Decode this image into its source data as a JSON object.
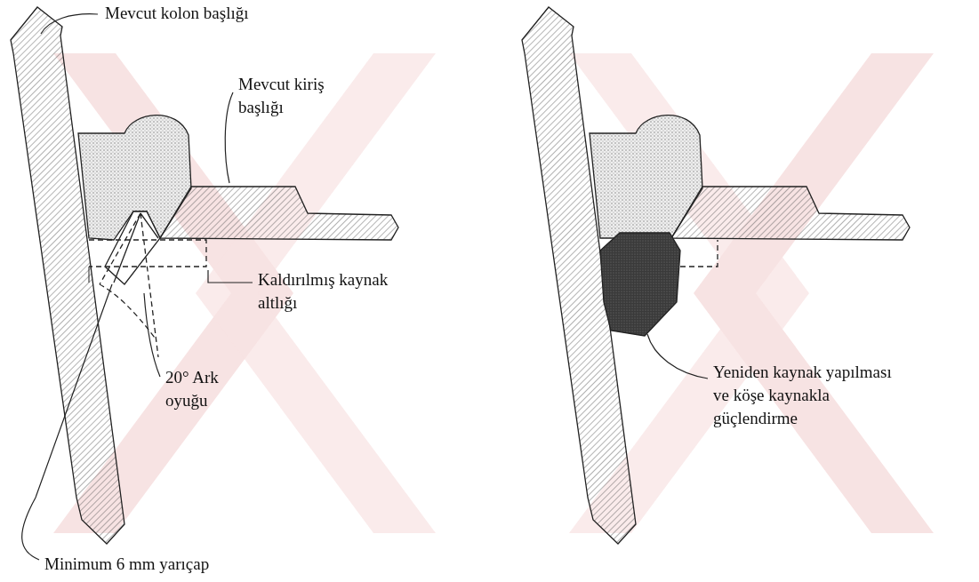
{
  "diagram": {
    "labels": [
      "Mevcut kolon başlığı",
      "Mevcut kiriş başlığı",
      "Kaldırılmış kaynak altlığı",
      "20° Ark oyuğu",
      "Yeniden kaynak yapılması ve köşe kaynakla güçlendirme",
      "Minimum 6 mm yarıçap"
    ]
  }
}
